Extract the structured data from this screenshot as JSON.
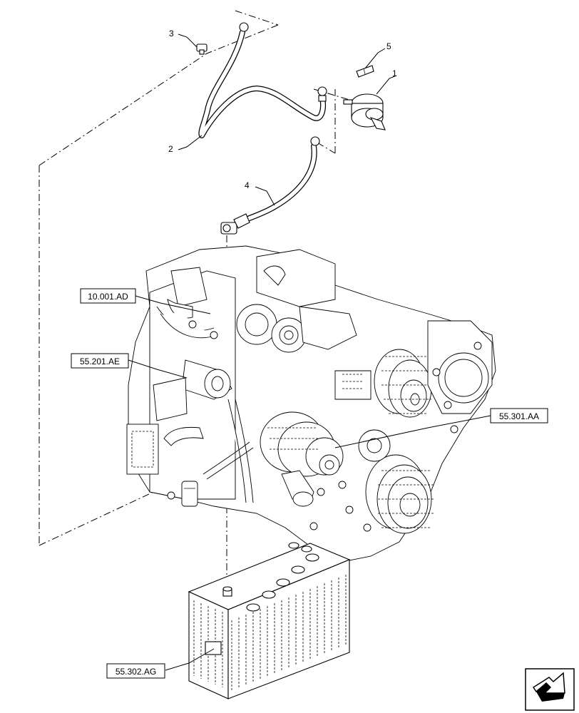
{
  "callouts": {
    "part_1": "1",
    "part_2": "2",
    "part_3": "3",
    "part_4": "4",
    "part_5": "5"
  },
  "references": {
    "engine": "10.001.AD",
    "starter": "55.201.AE",
    "alternator": "55.301.AA",
    "battery": "55.302.AG"
  },
  "icons": {
    "navigation": "arrow-forward-icon"
  }
}
